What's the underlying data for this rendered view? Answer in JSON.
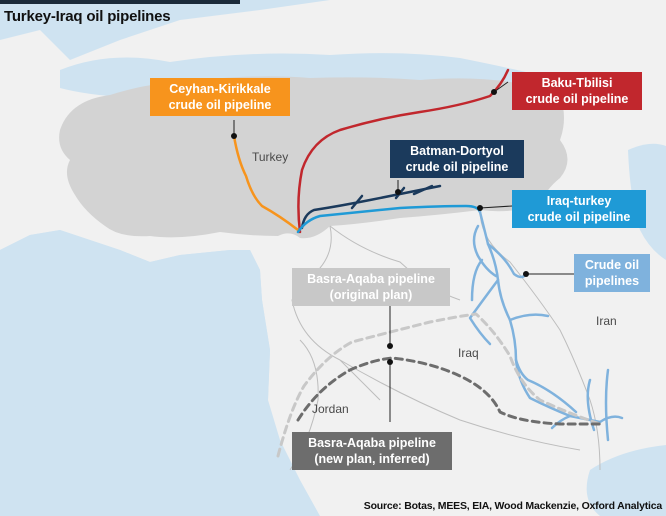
{
  "title": "Turkey-Iraq oil pipelines",
  "colors": {
    "sea": "#cfe3f1",
    "land": "#f1f1f1",
    "turkey": "#d3d3d3",
    "border": "#bdbdbd",
    "ceyhan": "#f7941d",
    "baku": "#c1272d",
    "batman": "#1b3a5c",
    "iraq_turkey": "#1f9ad6",
    "crude": "#7fb2dd",
    "basra_original": "#c8c8c8",
    "basra_new": "#6d6d6d"
  },
  "pipelines": {
    "ceyhan": {
      "line1": "Ceyhan-Kirikkale",
      "line2": "crude oil pipeline"
    },
    "baku": {
      "line1": "Baku-Tbilisi",
      "line2": "crude oil pipeline"
    },
    "batman": {
      "line1": "Batman-Dortyol",
      "line2": "crude oil pipeline"
    },
    "iraq_turkey": {
      "line1": "Iraq-turkey",
      "line2": "crude oil pipeline"
    },
    "crude": {
      "line1": "Crude oil",
      "line2": "pipelines"
    },
    "basra_original": {
      "line1": "Basra-Aqaba pipeline",
      "line2": "(original plan)"
    },
    "basra_new": {
      "line1": "Basra-Aqaba pipeline",
      "line2": "(new plan, inferred)"
    }
  },
  "places": {
    "turkey": "Turkey",
    "iraq": "Iraq",
    "iran": "Iran",
    "jordan": "Jordan"
  },
  "source": "Source: Botas, MEES, EIA, Wood Mackenzie, Oxford Analytica"
}
